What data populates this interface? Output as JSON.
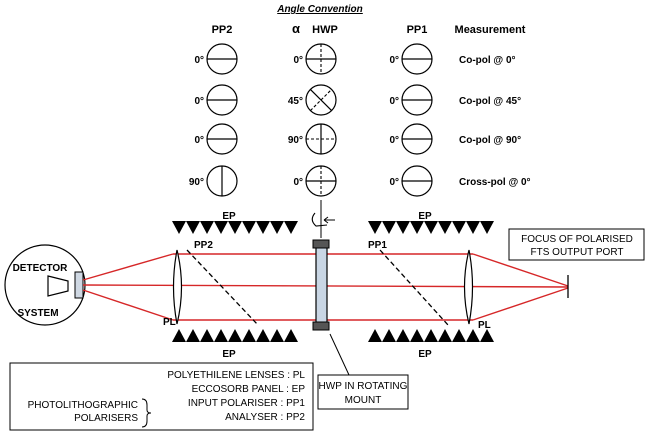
{
  "title": "Angle Convention",
  "columns": {
    "pp2": "PP2",
    "alpha": "α",
    "hwp": "HWP",
    "pp1": "PP1",
    "measurement": "Measurement"
  },
  "rows": [
    {
      "pp2": "0°",
      "hwp": "0°",
      "pp1": "0°",
      "measurement": "Co-pol @ 0°",
      "pp2_lines": "horizontal",
      "hwp_lines": "cross-v",
      "pp1_lines": "horizontal"
    },
    {
      "pp2": "0°",
      "hwp": "45°",
      "pp1": "0°",
      "measurement": "Co-pol @ 45°",
      "pp2_lines": "horizontal",
      "hwp_lines": "cross-d",
      "pp1_lines": "horizontal"
    },
    {
      "pp2": "0°",
      "hwp": "90°",
      "pp1": "0°",
      "measurement": "Co-pol @ 90°",
      "pp2_lines": "horizontal",
      "hwp_lines": "cross-h",
      "pp1_lines": "horizontal"
    },
    {
      "pp2": "90°",
      "hwp": "0°",
      "pp1": "0°",
      "measurement": "Cross-pol @ 0°",
      "pp2_lines": "vertical",
      "hwp_lines": "cross-v",
      "pp1_lines": "horizontal"
    }
  ],
  "diagram": {
    "ep_top_left": "EP",
    "ep_top_right": "EP",
    "ep_bottom_left": "EP",
    "ep_bottom_right": "EP",
    "pp2": "PP2",
    "pp1": "PP1",
    "pl_left": "PL",
    "pl_right": "PL",
    "detector": "DETECTOR",
    "system": "SYSTEM",
    "focus_line1": "FOCUS OF POLARISED",
    "focus_line2": "FTS OUTPUT PORT",
    "hwp_line1": "HWP IN ROTATING",
    "hwp_line2": "MOUNT"
  },
  "legend": {
    "line1": "POLYETHILENE  LENSES : PL",
    "line2": "ECCOSORB PANEL : EP",
    "line3": "INPUT POLARISER : PP1",
    "line4": "ANALYSER : PP2",
    "group_line1": "PHOTOLITHOGRAPHIC",
    "group_line2": "POLARISERS"
  },
  "colors": {
    "beam": "#d62728",
    "hwp_body": "#b8c8d8",
    "ink": "#000000"
  }
}
